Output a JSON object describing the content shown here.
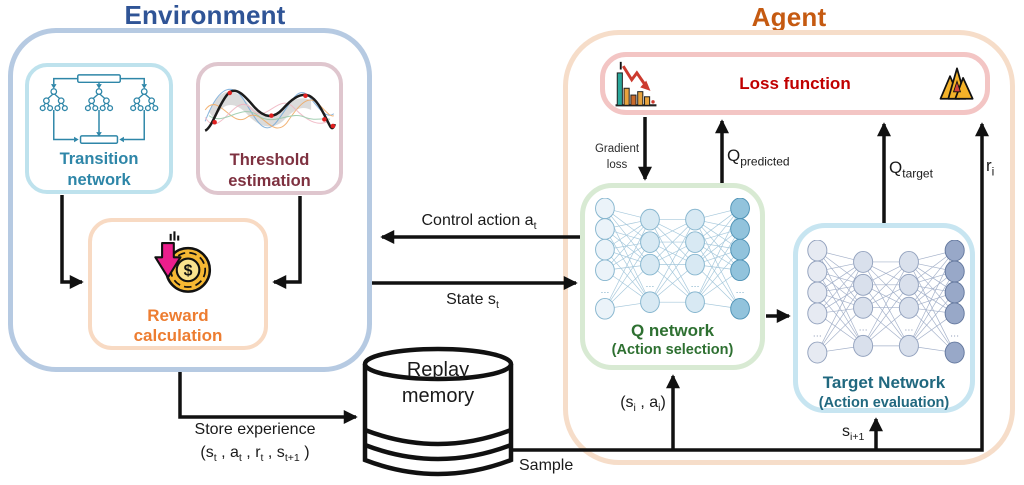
{
  "colors": {
    "environment_accent": "#2F5496",
    "agent_accent": "#C55A11",
    "loss_text": "#C00000",
    "q_network_text": "#2E7031",
    "target_network_text": "#20687F",
    "transition_text": "#2E86A8",
    "threshold_text": "#7E3140",
    "reward_text": "#ED7D31",
    "arrow": "#111111"
  },
  "environment": {
    "title": "Environment",
    "transition": {
      "line1": "Transition",
      "line2": "network"
    },
    "threshold": {
      "line1": "Threshold",
      "line2": "estimation"
    },
    "reward": {
      "line1": "Reward",
      "line2": "calculation"
    }
  },
  "agent": {
    "title": "Agent",
    "loss_label": "Loss function",
    "qnet": {
      "title": "Q network",
      "subtitle": "(Action selection)"
    },
    "target": {
      "title": "Target Network",
      "subtitle": "(Action evaluation)"
    }
  },
  "replay": {
    "line1": "Replay",
    "line2": "memory"
  },
  "arrows": {
    "control_action": {
      "text": "Control action a",
      "sub": "t"
    },
    "state": {
      "text": "State s",
      "sub": "t"
    },
    "store_experience": "Store experience",
    "store_tuple": {
      "p1": "(s",
      "s1": "t",
      "p2": " , a",
      "s2": "t",
      "p3": " , r",
      "s3": "t",
      "p4": " , s",
      "s4": "t+1",
      "p5": " )"
    },
    "sample": "Sample",
    "gradient": {
      "line1": "Gradient",
      "line2": "loss"
    },
    "q_predicted": {
      "text": "Q",
      "sub": "predicted"
    },
    "q_target": {
      "text": "Q",
      "sub": "target"
    },
    "reward_i": {
      "text": "r",
      "sub": "i"
    },
    "sample_sa": {
      "p1": "(s",
      "s1": "i",
      "p2": " , a",
      "s2": "i",
      "p3": ")"
    },
    "next_state": {
      "text": "s",
      "sub": "i+1"
    }
  },
  "misc": {
    "dots": "…",
    "dollar": "$"
  }
}
